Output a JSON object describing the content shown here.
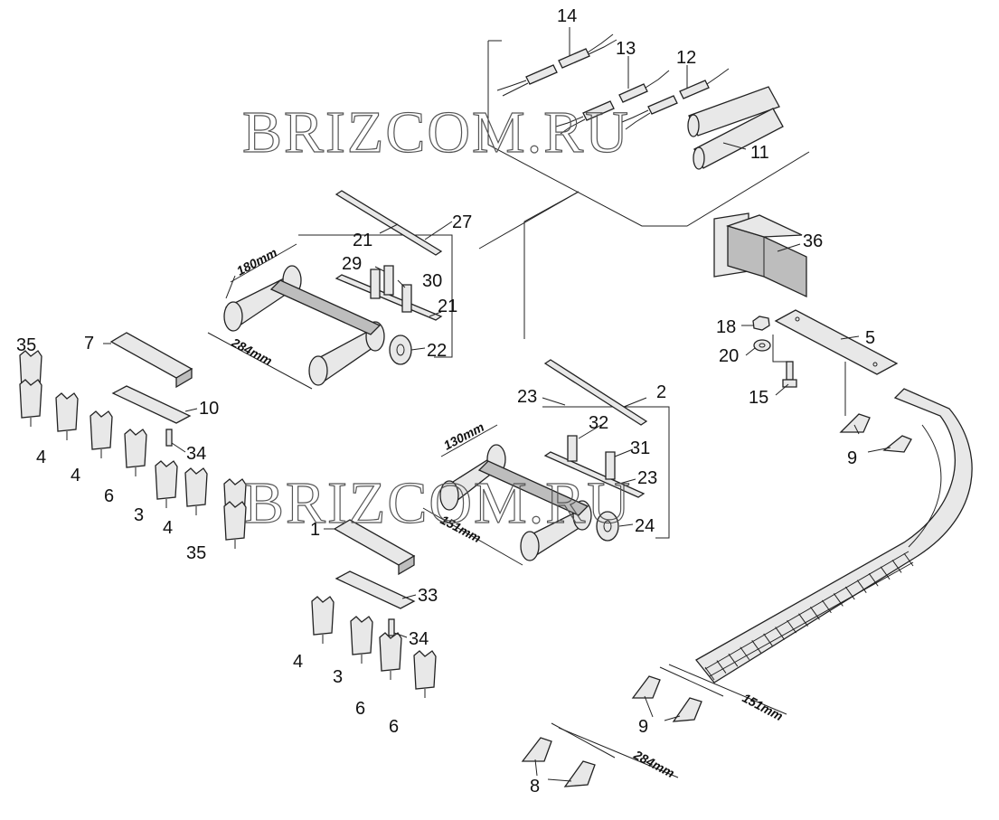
{
  "watermark": "BRIZCOM.RU",
  "callouts": {
    "c1": "1",
    "c2": "2",
    "c3a": "3",
    "c3b": "3",
    "c4a": "4",
    "c4b": "4",
    "c4c": "4",
    "c4d": "4",
    "c5": "5",
    "c6a": "6",
    "c6b": "6",
    "c6c": "6",
    "c7": "7",
    "c8": "8",
    "c9a": "9",
    "c9b": "9",
    "c10": "10",
    "c11": "11",
    "c12": "12",
    "c13": "13",
    "c14": "14",
    "c15": "15",
    "c18": "18",
    "c20": "20",
    "c21a": "21",
    "c21b": "21",
    "c22": "22",
    "c23a": "23",
    "c23b": "23",
    "c24": "24",
    "c27": "27",
    "c29": "29",
    "c30": "30",
    "c31": "31",
    "c32": "32",
    "c33": "33",
    "c34a": "34",
    "c34b": "34",
    "c35a": "35",
    "c35b": "35",
    "c36": "36"
  },
  "dimensions": {
    "d180": "180mm",
    "d284a": "284mm",
    "d130": "130mm",
    "d151a": "151mm",
    "d151b": "151mm",
    "d284b": "284mm"
  }
}
